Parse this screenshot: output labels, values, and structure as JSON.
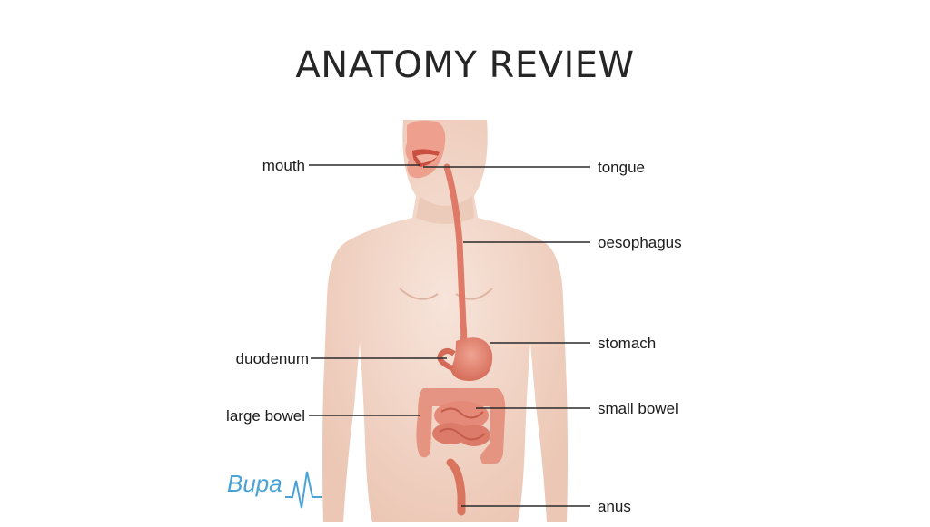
{
  "slide": {
    "title": "ANATOMY REVIEW"
  },
  "diagram": {
    "labels": {
      "mouth": "mouth",
      "tongue": "tongue",
      "oesophagus": "oesophagus",
      "stomach": "stomach",
      "duodenum": "duodenum",
      "small_bowel": "small bowel",
      "large_bowel": "large bowel",
      "anus": "anus"
    },
    "logo": {
      "text": "Bupa"
    }
  },
  "colors": {
    "skin": "#f3d9cc",
    "organ": "#e58a78",
    "organ_dark": "#d0614f",
    "leader_line": "#2a2a2a",
    "logo": "#4aa3d6"
  }
}
